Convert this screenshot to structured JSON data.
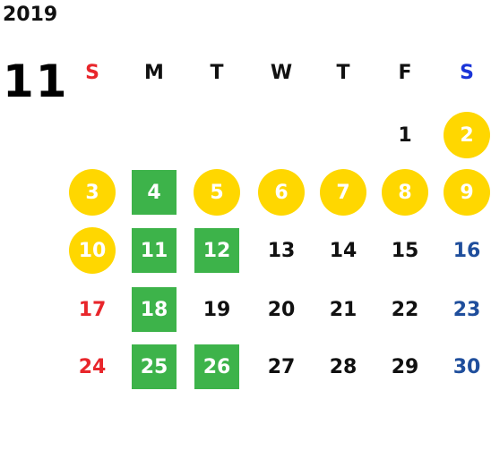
{
  "calendar": {
    "year": "2019",
    "month": "11",
    "weekdays": [
      {
        "label": "S",
        "color": "#E8262B"
      },
      {
        "label": "M",
        "color": "#111111"
      },
      {
        "label": "T",
        "color": "#111111"
      },
      {
        "label": "W",
        "color": "#111111"
      },
      {
        "label": "T",
        "color": "#111111"
      },
      {
        "label": "F",
        "color": "#111111"
      },
      {
        "label": "S",
        "color": "#1B35D8"
      }
    ],
    "colors": {
      "holiday_circle": "#FFD700",
      "green_square": "#3DB34A",
      "sunday_text": "#E8262B",
      "saturday_text": "#1F4E9C"
    },
    "weeks": [
      [
        null,
        null,
        null,
        null,
        null,
        {
          "day": "1",
          "style": "plain"
        },
        {
          "day": "2",
          "style": "circle"
        }
      ],
      [
        {
          "day": "3",
          "style": "circle"
        },
        {
          "day": "4",
          "style": "square"
        },
        {
          "day": "5",
          "style": "circle"
        },
        {
          "day": "6",
          "style": "circle"
        },
        {
          "day": "7",
          "style": "circle"
        },
        {
          "day": "8",
          "style": "circle"
        },
        {
          "day": "9",
          "style": "circle"
        }
      ],
      [
        {
          "day": "10",
          "style": "circle"
        },
        {
          "day": "11",
          "style": "square"
        },
        {
          "day": "12",
          "style": "square"
        },
        {
          "day": "13",
          "style": "plain"
        },
        {
          "day": "14",
          "style": "plain"
        },
        {
          "day": "15",
          "style": "plain"
        },
        {
          "day": "16",
          "style": "sat"
        }
      ],
      [
        {
          "day": "17",
          "style": "sun"
        },
        {
          "day": "18",
          "style": "square"
        },
        {
          "day": "19",
          "style": "plain"
        },
        {
          "day": "20",
          "style": "plain"
        },
        {
          "day": "21",
          "style": "plain"
        },
        {
          "day": "22",
          "style": "plain"
        },
        {
          "day": "23",
          "style": "sat"
        }
      ],
      [
        {
          "day": "24",
          "style": "sun"
        },
        {
          "day": "25",
          "style": "square"
        },
        {
          "day": "26",
          "style": "square"
        },
        {
          "day": "27",
          "style": "plain"
        },
        {
          "day": "28",
          "style": "plain"
        },
        {
          "day": "29",
          "style": "plain"
        },
        {
          "day": "30",
          "style": "sat"
        }
      ]
    ]
  }
}
